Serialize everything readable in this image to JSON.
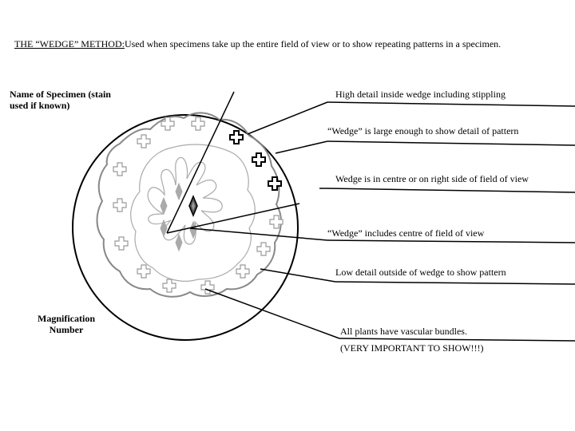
{
  "title": {
    "heading": "THE “WEDGE” METHOD:",
    "description": "Used when specimens take up the entire field of view or to show repeating patterns in a specimen."
  },
  "labels": {
    "specimen_name_line1": "Name of Specimen (stain",
    "specimen_name_line2": "used if known)",
    "magnification_line1": "Magnification",
    "magnification_line2": "Number"
  },
  "annotations": [
    "High detail inside wedge including stippling",
    "“Wedge” is large enough to show detail of pattern",
    "Wedge is in centre or on right side of field of view",
    "“Wedge” includes centre of field of view",
    "Low detail outside of wedge to show pattern",
    "All plants have vascular bundles.",
    "(VERY IMPORTANT TO SHOW!!!)"
  ]
}
